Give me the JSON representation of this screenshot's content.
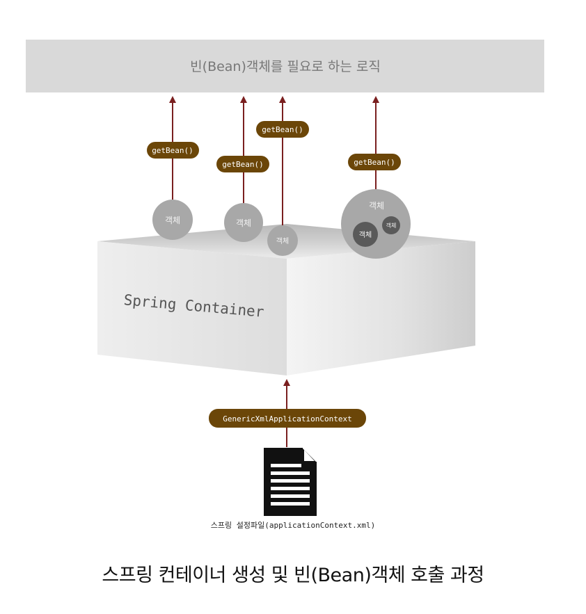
{
  "logic_box": {
    "label": "빈(Bean)객체를 필요로 하는 로직"
  },
  "container": {
    "label": "Spring Container"
  },
  "get_bean_label": "getBean()",
  "object_label": "객체",
  "context_label": "GenericXmlApplicationContext",
  "config_file_label": "스프링 설정파일(applicationContext.xml)",
  "caption": "스프링 컨테이너 생성 및 빈(Bean)객체 호출 과정",
  "colors": {
    "logic_box": "#d9d9d9",
    "arrow": "#7a1f1f",
    "pill": "#6b4608",
    "object_light": "#a8a8a8",
    "object_dark": "#5a5a5a"
  }
}
